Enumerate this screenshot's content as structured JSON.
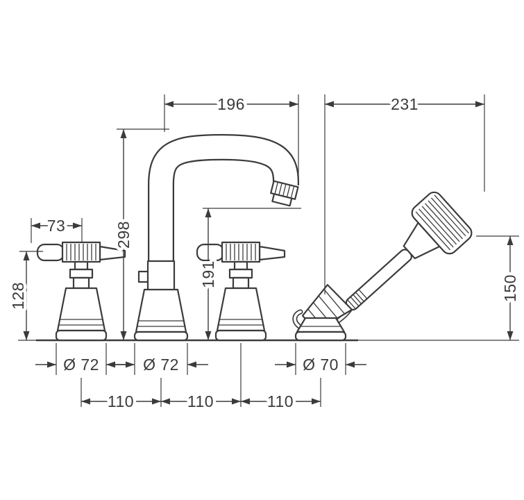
{
  "colors": {
    "line": "#3b3b3b",
    "background": "#ffffff"
  },
  "dimensions": {
    "spout_reach": "196",
    "shower_reach": "231",
    "lever_length": "73",
    "spout_height": "298",
    "outlet_height": "191",
    "handle_height": "128",
    "shower_height": "150",
    "left_handle_base_diameter": "Ø 72",
    "spout_base_diameter": "Ø 72",
    "shower_base_diameter": "Ø 70",
    "spacing_left": "110",
    "spacing_center": "110",
    "spacing_right": "110"
  }
}
